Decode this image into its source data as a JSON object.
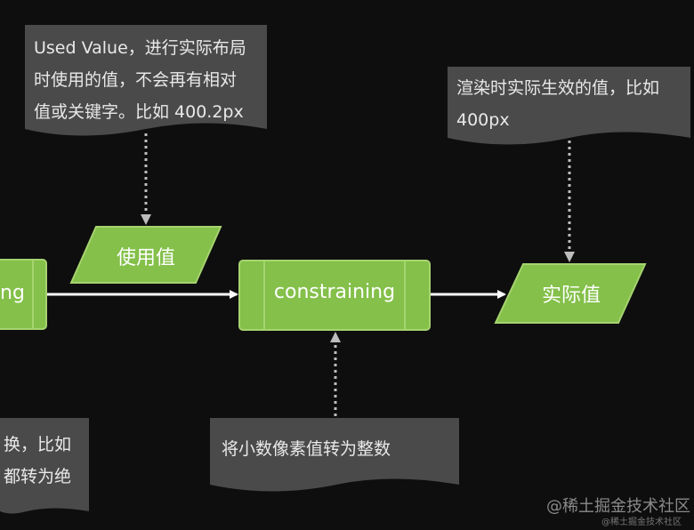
{
  "colors": {
    "background": "#0e0e0e",
    "note_fill": "#4a4a4a",
    "node_fill": "#84c04a",
    "node_stroke": "#a6d46f",
    "arrow": "#ffffff",
    "dotted_arrow": "#bdbdbd"
  },
  "notes": {
    "used_value": [
      "Used Value，进行实际布局",
      "时使用的值，不会再有相对",
      "值或关键字。比如 400.2px"
    ],
    "actual_value": [
      "渲染时实际生效的值，比如",
      "400px"
    ],
    "constraining": [
      "将小数像素值转为整数"
    ],
    "left_partial": [
      "换，比如",
      "都转为绝"
    ]
  },
  "nodes": {
    "left_partial_process": "ng",
    "used_value": "使用值",
    "constraining": "constraining",
    "actual_value": "实际值"
  },
  "watermark": {
    "main": "@稀土掘金技术社区",
    "small": "@稀土掘金技术社区"
  }
}
